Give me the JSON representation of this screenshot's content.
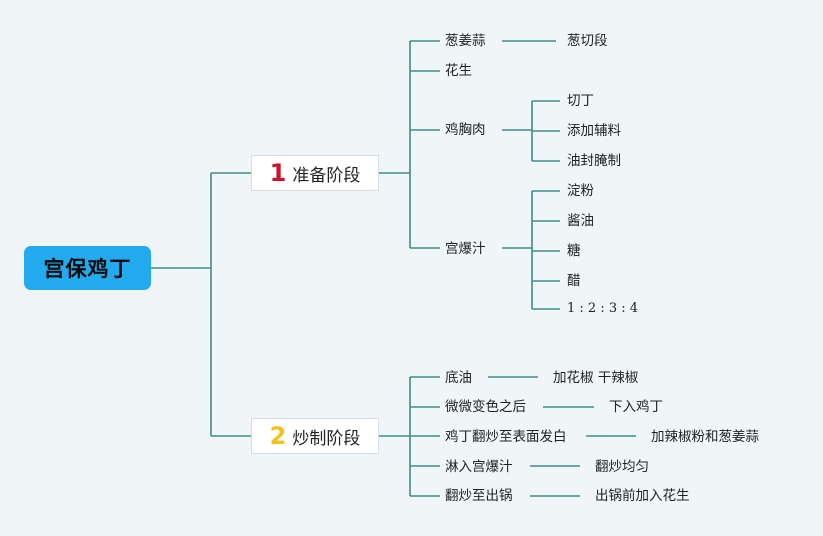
{
  "root": {
    "label": "宫保鸡丁",
    "color": "#22aaee"
  },
  "line_color": "#3e8e84",
  "branches": [
    {
      "number": "1",
      "number_color": "#d0112e",
      "label": "准备阶段",
      "items": [
        {
          "label": "葱姜蒜",
          "children": [
            "葱切段"
          ]
        },
        {
          "label": "花生",
          "children": []
        },
        {
          "label": "鸡胸肉",
          "children": [
            "切丁",
            "添加辅料",
            "油封腌制"
          ]
        },
        {
          "label": "宫爆汁",
          "children": [
            "淀粉",
            "酱油",
            "糖",
            "醋",
            "1 : 2 : 3 : 4"
          ]
        }
      ]
    },
    {
      "number": "2",
      "number_color": "#f2c21b",
      "label": "炒制阶段",
      "items": [
        {
          "label": "底油",
          "children": [
            "加花椒 干辣椒"
          ]
        },
        {
          "label": "微微变色之后",
          "children": [
            "下入鸡丁"
          ]
        },
        {
          "label": "鸡丁翻炒至表面发白",
          "children": [
            "加辣椒粉和葱姜蒜"
          ]
        },
        {
          "label": "淋入宫爆汁",
          "children": [
            "翻炒均匀"
          ]
        },
        {
          "label": "翻炒至出锅",
          "children": [
            "出锅前加入花生"
          ]
        }
      ]
    }
  ]
}
